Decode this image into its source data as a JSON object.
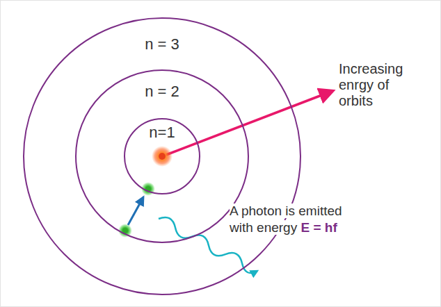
{
  "diagram": {
    "nodes": [
      {
        "text": [
          "n = 3"
        ]
      },
      {
        "text": [
          "n = 2"
        ],
        "in": 0
      },
      {
        "text": [
          "n=1"
        ],
        "in": 1
      }
    ],
    "labels": [
      "Increasing enrgy of orbits",
      "A photon is emitted with energy",
      "E = hf"
    ]
  }
}
